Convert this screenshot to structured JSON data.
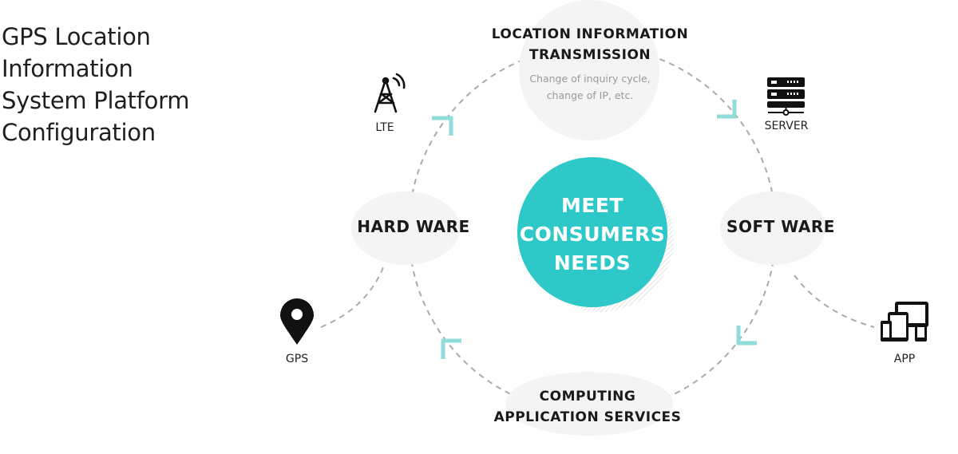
{
  "title": [
    "GPS Location",
    "Information",
    "System Platform",
    "Configuration"
  ],
  "center": {
    "lines": [
      "MEET",
      "CONSUMERS",
      "NEEDS"
    ]
  },
  "nodes": {
    "top": {
      "lines": [
        "LOCATION INFORMATION",
        "TRANSMISSION"
      ],
      "desc": [
        "Change of inquiry cycle,",
        "change of IP, etc."
      ]
    },
    "left": {
      "label": "HARD WARE"
    },
    "right": {
      "label": "SOFT WARE"
    },
    "bottom": {
      "lines": [
        "COMPUTING",
        "APPLICATION SERVICES"
      ]
    }
  },
  "icons": {
    "lte": {
      "label": "LTE",
      "icon": "cell-tower-icon"
    },
    "server": {
      "label": "SERVER",
      "icon": "server-icon"
    },
    "gps": {
      "label": "GPS",
      "icon": "map-pin-icon"
    },
    "app": {
      "label": "APP",
      "icon": "devices-icon"
    }
  },
  "colors": {
    "accent": "#2ec8c8",
    "node_bg": "#f4f4f4",
    "dash": "#aaaaaa",
    "arrow": "#8fdcd8"
  }
}
